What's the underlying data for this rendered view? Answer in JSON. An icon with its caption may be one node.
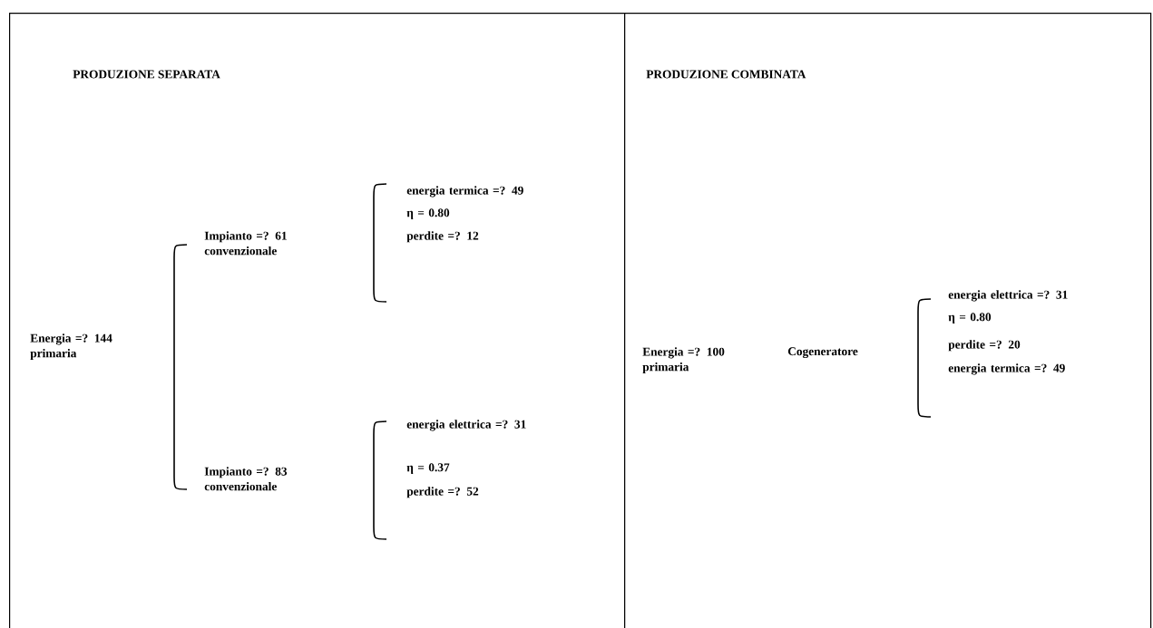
{
  "diagram": {
    "nodes": [
      {
        "text": [
          "PRODUZIONE SEPARATA"
        ]
      },
      {
        "text": [
          "PRODUZIONE COMBINATA"
        ]
      }
    ],
    "labels": [
      "Energia =? 144 primaria",
      "Impianto =? 61 convenzionale",
      "energia termica =? 49",
      "η = 0.80",
      "perdite =? 12",
      "energia elettrica =? 31",
      "Impianto =? 83 convenzionale",
      "η = 0.37",
      "perdite =? 52",
      "energia elettrica =? 31",
      "η = 0.80",
      "Energia =? 100 primaria",
      "Cogeneratore",
      "perdite =? 20",
      "energia termica =? 49"
    ]
  }
}
